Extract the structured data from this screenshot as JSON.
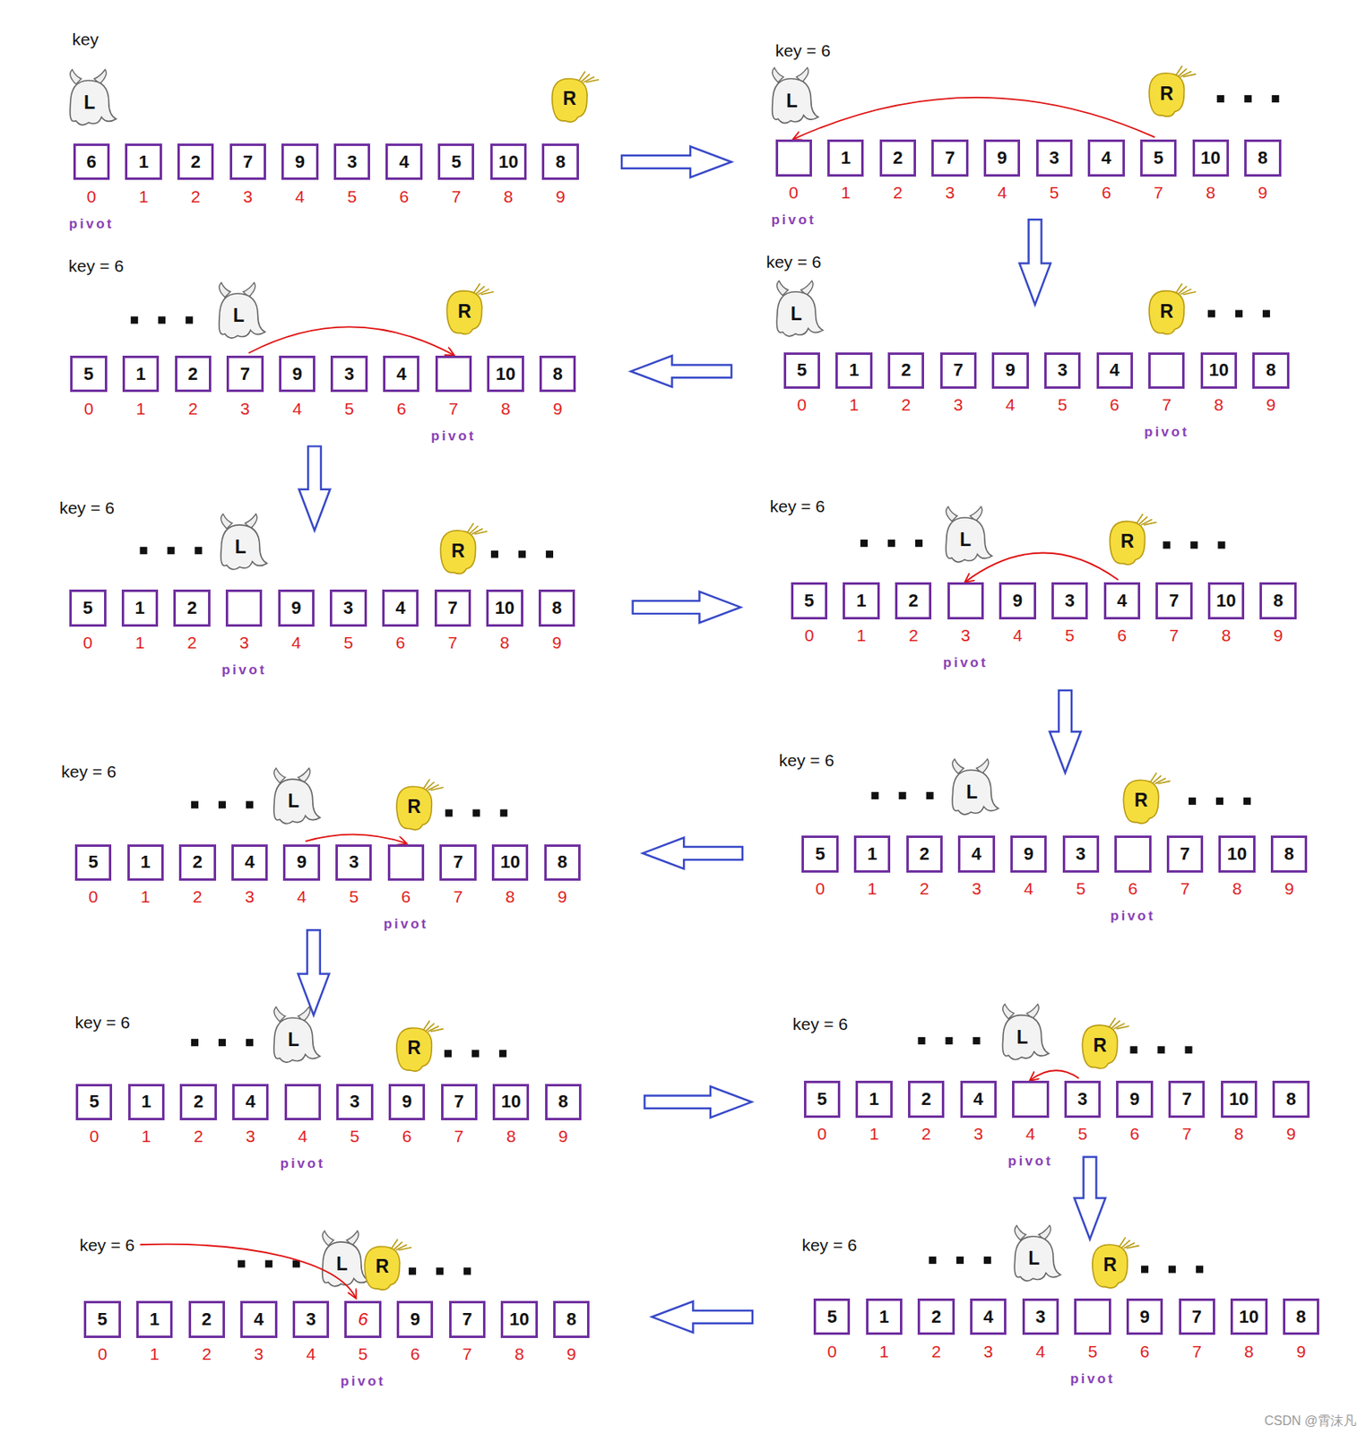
{
  "diagram": {
    "nodes": [
      {
        "text": [
          "6"
        ]
      },
      {
        "text": [
          "1"
        ]
      },
      {
        "text": [
          "2"
        ]
      },
      {
        "text": [
          "7"
        ]
      },
      {
        "text": [
          "9"
        ]
      },
      {
        "text": [
          "3"
        ]
      },
      {
        "text": [
          "4"
        ]
      },
      {
        "text": [
          "5"
        ]
      },
      {
        "text": [
          "10"
        ]
      },
      {
        "text": [
          "8"
        ]
      },
      {
        "text": [
          "1"
        ]
      },
      {
        "text": [
          "2"
        ]
      },
      {
        "text": [
          "7"
        ]
      },
      {
        "text": [
          "9"
        ]
      },
      {
        "text": [
          "3"
        ]
      },
      {
        "text": [
          "4"
        ]
      },
      {
        "text": [
          "5"
        ]
      },
      {
        "text": [
          "10"
        ]
      },
      {
        "text": [
          "8"
        ]
      },
      {
        "text": [
          "5"
        ]
      },
      {
        "text": [
          "1"
        ]
      },
      {
        "text": [
          "2"
        ]
      },
      {
        "text": [
          "7"
        ]
      },
      {
        "text": [
          "9"
        ]
      },
      {
        "text": [
          "3"
        ]
      },
      {
        "text": [
          "4"
        ]
      },
      {
        "text": [
          "10"
        ]
      },
      {
        "text": [
          "8"
        ]
      },
      {
        "text": [
          "5"
        ]
      },
      {
        "text": [
          "1"
        ]
      },
      {
        "text": [
          "2"
        ]
      },
      {
        "text": [
          "7"
        ]
      },
      {
        "text": [
          "9"
        ]
      },
      {
        "text": [
          "3"
        ]
      },
      {
        "text": [
          "4"
        ]
      },
      {
        "text": [
          "10"
        ]
      },
      {
        "text": [
          "8"
        ]
      },
      {
        "text": [
          "5"
        ]
      },
      {
        "text": [
          "1"
        ]
      },
      {
        "text": [
          "2"
        ]
      },
      {
        "text": [
          "9"
        ]
      },
      {
        "text": [
          "3"
        ]
      },
      {
        "text": [
          "4"
        ]
      },
      {
        "text": [
          "7"
        ]
      },
      {
        "text": [
          "10"
        ]
      },
      {
        "text": [
          "8"
        ]
      },
      {
        "text": [
          "5"
        ]
      },
      {
        "text": [
          "1"
        ]
      },
      {
        "text": [
          "2"
        ]
      },
      {
        "text": [
          "9"
        ]
      },
      {
        "text": [
          "3"
        ]
      },
      {
        "text": [
          "4"
        ]
      },
      {
        "text": [
          "7"
        ]
      },
      {
        "text": [
          "10"
        ]
      },
      {
        "text": [
          "8"
        ]
      },
      {
        "text": [
          "5"
        ]
      },
      {
        "text": [
          "1"
        ]
      },
      {
        "text": [
          "2"
        ]
      },
      {
        "text": [
          "4"
        ]
      },
      {
        "text": [
          "9"
        ]
      },
      {
        "text": [
          "3"
        ]
      },
      {
        "text": [
          "7"
        ]
      },
      {
        "text": [
          "10"
        ]
      },
      {
        "text": [
          "8"
        ]
      },
      {
        "text": [
          "5"
        ]
      },
      {
        "text": [
          "1"
        ]
      },
      {
        "text": [
          "2"
        ]
      },
      {
        "text": [
          "4"
        ]
      },
      {
        "text": [
          "9"
        ]
      },
      {
        "text": [
          "3"
        ]
      },
      {
        "text": [
          "7"
        ]
      },
      {
        "text": [
          "10"
        ]
      },
      {
        "text": [
          "8"
        ]
      },
      {
        "text": [
          "5"
        ]
      },
      {
        "text": [
          "1"
        ]
      },
      {
        "text": [
          "2"
        ]
      },
      {
        "text": [
          "4"
        ]
      },
      {
        "text": [
          "3"
        ]
      },
      {
        "text": [
          "9"
        ]
      },
      {
        "text": [
          "7"
        ]
      },
      {
        "text": [
          "10"
        ]
      },
      {
        "text": [
          "8"
        ]
      },
      {
        "text": [
          "5"
        ]
      },
      {
        "text": [
          "1"
        ]
      },
      {
        "text": [
          "2"
        ]
      },
      {
        "text": [
          "4"
        ]
      },
      {
        "text": [
          "3"
        ]
      },
      {
        "text": [
          "9"
        ]
      },
      {
        "text": [
          "7"
        ]
      },
      {
        "text": [
          "10"
        ]
      },
      {
        "text": [
          "8"
        ]
      },
      {
        "text": [
          "5"
        ]
      },
      {
        "text": [
          "1"
        ]
      },
      {
        "text": [
          "2"
        ]
      },
      {
        "text": [
          "4"
        ]
      },
      {
        "text": [
          "3"
        ]
      },
      {
        "text": [
          "6"
        ]
      },
      {
        "text": [
          "9"
        ]
      },
      {
        "text": [
          "7"
        ]
      },
      {
        "text": [
          "10"
        ]
      },
      {
        "text": [
          "8"
        ]
      },
      {
        "text": [
          "5"
        ]
      },
      {
        "text": [
          "1"
        ]
      },
      {
        "text": [
          "2"
        ]
      },
      {
        "text": [
          "4"
        ]
      },
      {
        "text": [
          "3"
        ]
      },
      {
        "text": [
          "9"
        ]
      },
      {
        "text": [
          "7"
        ]
      },
      {
        "text": [
          "10"
        ]
      },
      {
        "text": [
          "8"
        ]
      }
    ],
    "labels": [
      "key",
      "L",
      "R",
      "0",
      "1",
      "2",
      "3",
      "4",
      "5",
      "6",
      "7",
      "8",
      "9",
      "pivot",
      "key = 6",
      "L",
      "R",
      "0",
      "1",
      "2",
      "3",
      "4",
      "5",
      "6",
      "7",
      "8",
      "9",
      "pivot",
      "key = 6",
      "L",
      "R",
      "0",
      "1",
      "2",
      "3",
      "4",
      "5",
      "6",
      "7",
      "8",
      "9",
      "pivot",
      "key = 6",
      "L",
      "R",
      "0",
      "1",
      "2",
      "3",
      "4",
      "5",
      "6",
      "7",
      "8",
      "9",
      "pivot",
      "key = 6",
      "L",
      "R",
      "0",
      "1",
      "2",
      "3",
      "4",
      "5",
      "6",
      "7",
      "8",
      "9",
      "pivot",
      "key = 6",
      "L",
      "R",
      "0",
      "1",
      "2",
      "3",
      "4",
      "5",
      "6",
      "7",
      "8",
      "9",
      "pivot",
      "key = 6",
      "L",
      "R",
      "0",
      "1",
      "2",
      "3",
      "4",
      "5",
      "6",
      "7",
      "8",
      "9",
      "pivot",
      "key = 6",
      "L",
      "R",
      "0",
      "1",
      "2",
      "3",
      "4",
      "5",
      "6",
      "7",
      "8",
      "9",
      "pivot",
      "key = 6",
      "L",
      "R",
      "0",
      "1",
      "2",
      "3",
      "4",
      "5",
      "6",
      "7",
      "8",
      "9",
      "pivot",
      "key = 6",
      "L",
      "R",
      "0",
      "1",
      "2",
      "3",
      "4",
      "5",
      "6",
      "7",
      "8",
      "9",
      "pivot",
      "key = 6",
      "L",
      "R",
      "0",
      "1",
      "2",
      "3",
      "4",
      "5",
      "6",
      "7",
      "8",
      "9",
      "pivot",
      "key = 6",
      "L",
      "R",
      "0",
      "1",
      "2",
      "3",
      "4",
      "5",
      "6",
      "7",
      "8",
      "9",
      "pivot",
      "CSDN @霄沫凡"
    ]
  }
}
